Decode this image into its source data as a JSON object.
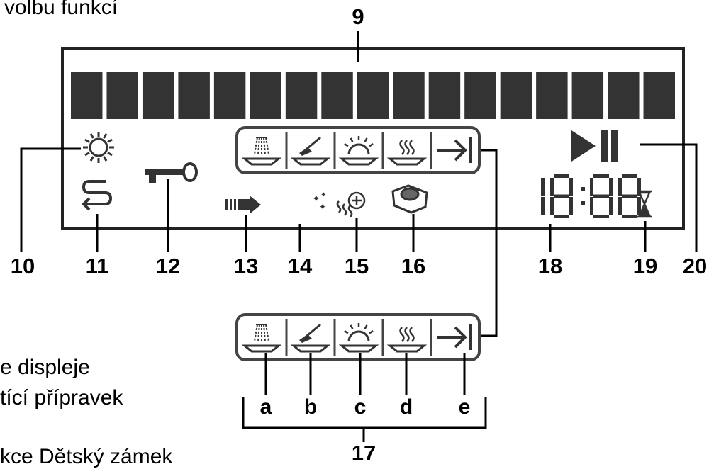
{
  "top_text_fragment": "volbu funkcí",
  "side_text": [
    "e displeje",
    "tící přípravek",
    "kce Dětský zámek"
  ],
  "clock_digits": "18:88",
  "callouts": {
    "n9": "9",
    "n10": "10",
    "n11": "11",
    "n12": "12",
    "n13": "13",
    "n14": "14",
    "n15": "15",
    "n16": "16",
    "n17": "17",
    "n18": "18",
    "n19": "19",
    "n20": "20"
  },
  "program_letters": [
    "a",
    "b",
    "c",
    "d",
    "e"
  ],
  "progress_segment_count": 17,
  "colors": {
    "lcd": "#333333",
    "line": "#000000"
  },
  "icons": [
    "sun-icon",
    "s-loop-icon",
    "key-icon",
    "arrow-push-icon",
    "moon-stars-icon",
    "steam-plus-icon",
    "tablet-icon",
    "play-pause-icon",
    "hourglass-icon"
  ]
}
